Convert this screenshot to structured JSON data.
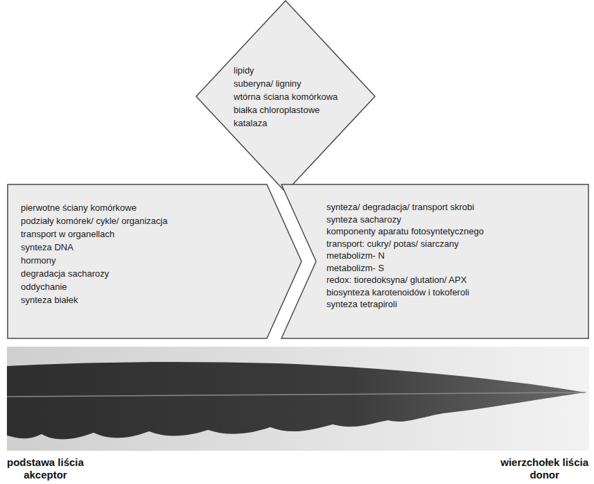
{
  "diagram": {
    "nodes": [
      {
        "text": [
          "lipidy",
          "suberyna/ ligniny",
          "wtórna ściana komórkowa",
          "białka chloroplastowe",
          "katalaza"
        ]
      },
      {
        "text": [
          "pierwotne ściany komórkowe",
          "podziały komórek/ cykle/ organizacja",
          "transport w organellach",
          "synteza DNA",
          "hormony",
          "degradacja sacharozy",
          "oddychanie",
          "synteza białek"
        ]
      },
      {
        "text": [
          "synteza/ degradacja/ transport skrobi",
          "synteza sacharozy",
          "komponenty aparatu fotosyntetycznego",
          "transport: cukry/ potas/ siarczany",
          "metabolizm- N",
          "metabolizm- S",
          "redox: tioredoksyna/ glutation/ APX",
          "biosynteza karotenoidów i tokoferoli",
          "synteza tetrapiroli"
        ]
      }
    ],
    "labels": [
      "podstawa liścia",
      "akceptor",
      "wierzchołek liścia",
      "donor"
    ]
  }
}
